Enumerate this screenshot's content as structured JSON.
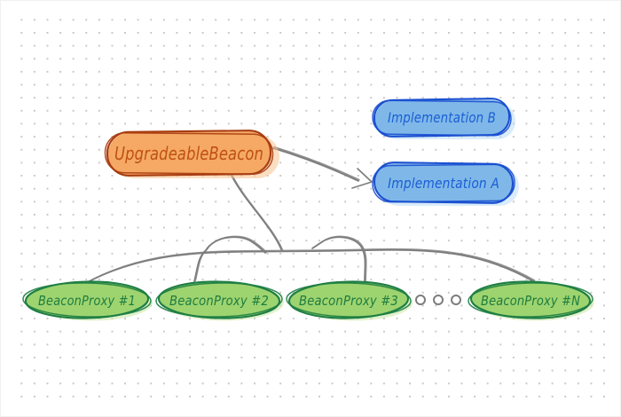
{
  "diagram": {
    "title": "UpgradeableBeacon proxy pattern diagram",
    "style": "hand-drawn sketch on dotted grid"
  },
  "palette": {
    "connector": "#7d7d7d",
    "dot_grid": "#c8c8c8",
    "orange": {
      "fill": "#f5a964",
      "halo": "#f8c28f",
      "stroke": "#a83c10",
      "text": "#bf5112"
    },
    "blue": {
      "fill": "#7fb8e8",
      "halo": "#bcdcf4",
      "stroke": "#1a4fd0",
      "text": "#1b5ed6"
    },
    "green": {
      "fill": "#9ed46f",
      "halo": "#c9e8a2",
      "stroke": "#1e7e44",
      "text": "#1e7c40"
    }
  },
  "nodes": {
    "beacon": {
      "label": "UpgradeableBeacon"
    },
    "impl_b": {
      "label": "Implementation B"
    },
    "impl_a": {
      "label": "Implementation A"
    },
    "proxy1": {
      "label": "BeaconProxy #1"
    },
    "proxy2": {
      "label": "BeaconProxy #2"
    },
    "proxy3": {
      "label": "BeaconProxy #3"
    },
    "proxyn": {
      "label": "BeaconProxy #N"
    },
    "ellipsis": {
      "circle_count": 3,
      "meaning": "more proxies"
    }
  },
  "connectors": {
    "beacon_to_impl_a": {
      "type": "arrow",
      "from": "UpgradeableBeacon",
      "to": "Implementation A"
    },
    "proxies_to_beacon": {
      "type": "line",
      "from": "BeaconProxy #1..#N",
      "to": "UpgradeableBeacon"
    }
  }
}
